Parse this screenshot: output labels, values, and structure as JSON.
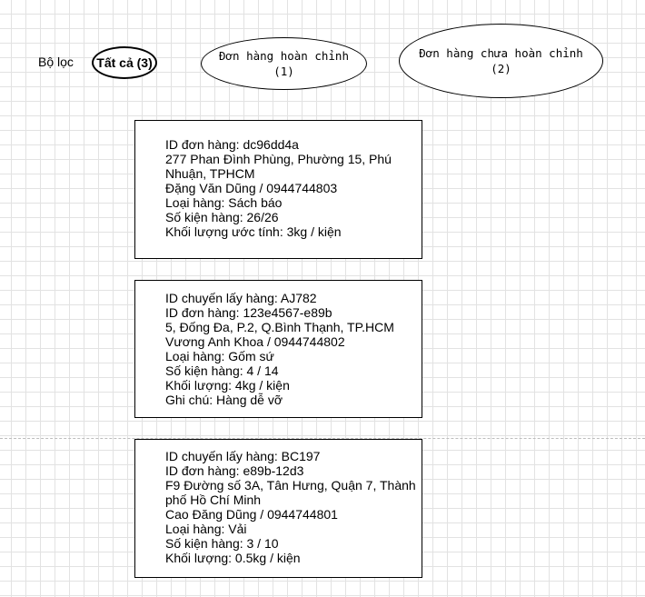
{
  "filter": {
    "label": "Bộ lọc",
    "all": "Tất cả (3)",
    "complete": {
      "line1": "Đơn hàng hoàn chỉnh",
      "line2": "(1)"
    },
    "incomplete": {
      "line1": "Đơn hàng chưa hoàn chỉnh",
      "line2": "(2)"
    }
  },
  "orders": [
    {
      "lines": [
        "ID đơn hàng: dc96dd4a",
        "277 Phan Đình Phùng, Phường 15, Phú Nhuận, TPHCM",
        "Đặng Văn Dũng / 0944744803",
        "Loại hàng: Sách báo",
        "Số kiện hàng: 26/26",
        "Khối lượng ước tính: 3kg / kiện"
      ]
    },
    {
      "lines": [
        "ID chuyến lấy hàng: AJ782",
        "ID đơn hàng: 123e4567-e89b",
        "5, Đống Đa, P.2, Q.Bình Thạnh, TP.HCM",
        "Vương Anh Khoa / 0944744802",
        "Loại hàng: Gốm sứ",
        "Số kiện hàng: 4 / 14",
        "Khối lượng: 4kg / kiện",
        "Ghi chú: Hàng dễ vỡ"
      ]
    },
    {
      "lines": [
        "ID chuyến lấy hàng: BC197",
        "ID đơn hàng: e89b-12d3",
        "F9 Đường số 3A, Tân Hưng, Quận 7, Thành phố Hồ Chí Minh",
        "Cao Đăng Dũng / 0944744801",
        "Loại hàng: Vải",
        "Số kiện hàng: 3 / 10",
        "Khối lượng: 0.5kg / kiện"
      ]
    }
  ]
}
